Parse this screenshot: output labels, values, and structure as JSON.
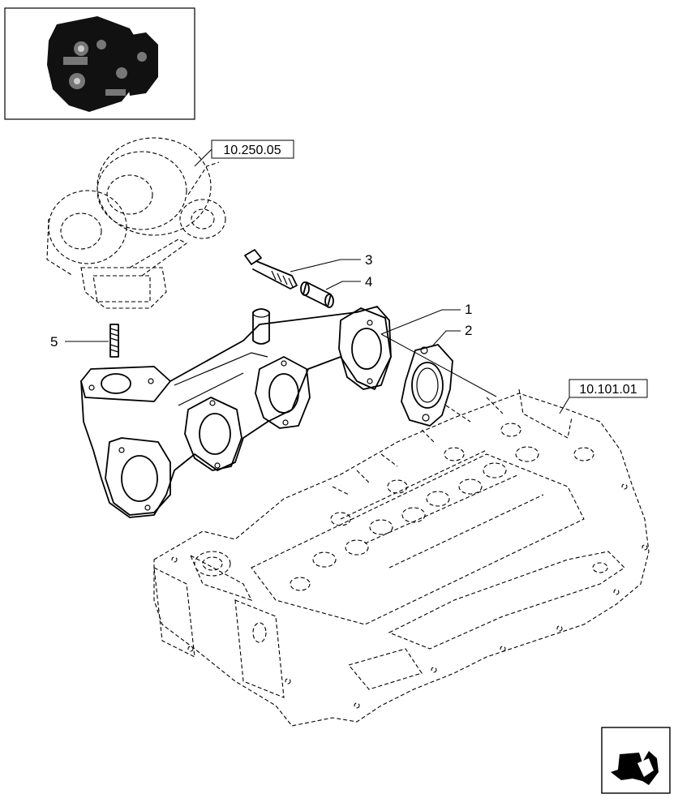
{
  "callouts": [
    {
      "id": "1",
      "label": "1"
    },
    {
      "id": "2",
      "label": "2"
    },
    {
      "id": "3",
      "label": "3"
    },
    {
      "id": "4",
      "label": "4"
    },
    {
      "id": "5",
      "label": "5"
    }
  ],
  "references": {
    "turbocharger": "10.250.05",
    "cylinder_head": "10.101.01"
  },
  "icons": {
    "thumbnail": "engine-thumbnail-icon",
    "navigation": "next-page-arrow-icon"
  }
}
